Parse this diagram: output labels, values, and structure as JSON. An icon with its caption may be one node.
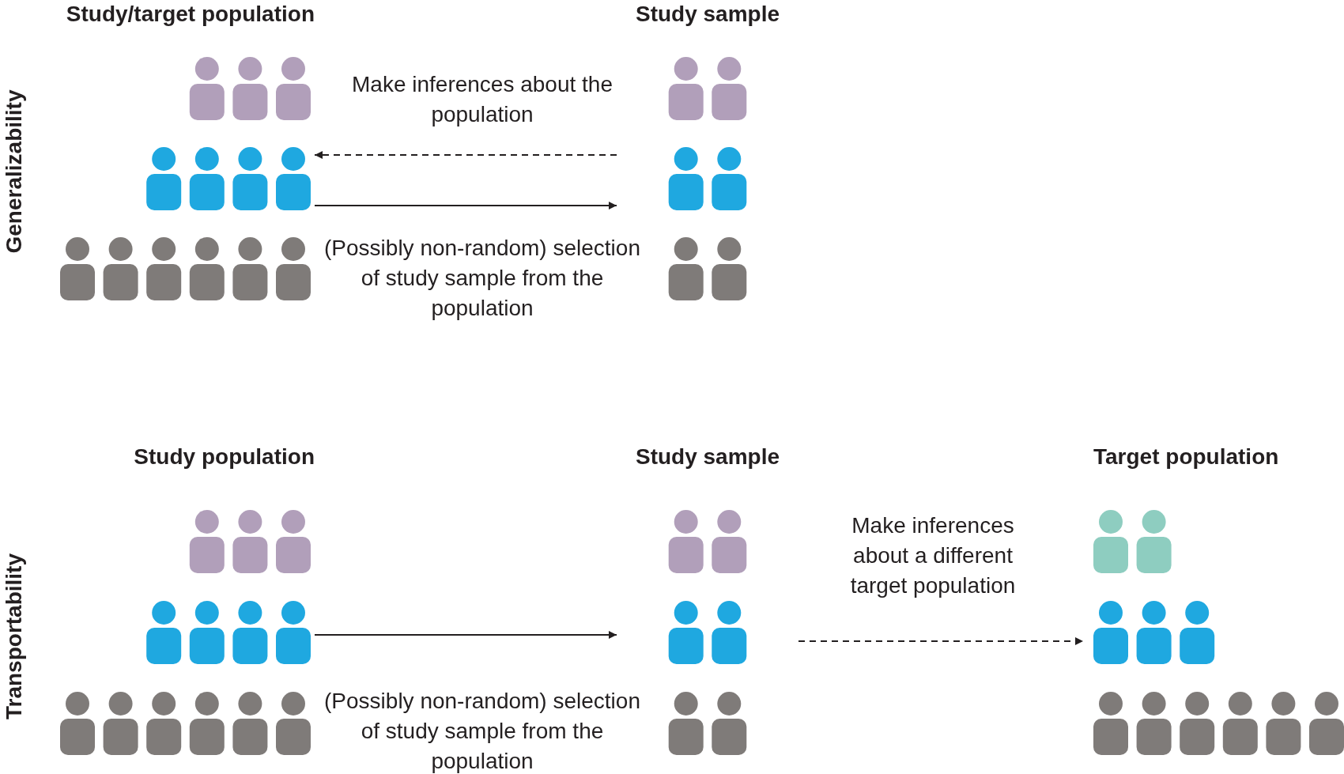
{
  "diagram": {
    "nodes": [
      {
        "text": [
          "Study/target population"
        ]
      },
      {
        "text": [
          "Study sample"
        ]
      },
      {
        "text": [
          "Study population"
        ]
      },
      {
        "text": [
          "Study sample"
        ]
      },
      {
        "text": [
          "Target population"
        ]
      }
    ],
    "edges": [
      {
        "from": 1,
        "to": 0,
        "arrow": "to",
        "style": "dashed",
        "label": "Make inferences about the population"
      },
      {
        "from": 0,
        "to": 1,
        "arrow": "to",
        "label": "(Possibly non-random) selection of study sample from the population"
      },
      {
        "from": 2,
        "to": 3,
        "arrow": "to",
        "label": "(Possibly non-random) selection of study sample from the population"
      },
      {
        "from": 3,
        "to": 4,
        "arrow": "to",
        "style": "dashed",
        "label": "Make inferences about a different target population"
      }
    ],
    "labels": [
      "Generalizability",
      "Transportability"
    ]
  }
}
